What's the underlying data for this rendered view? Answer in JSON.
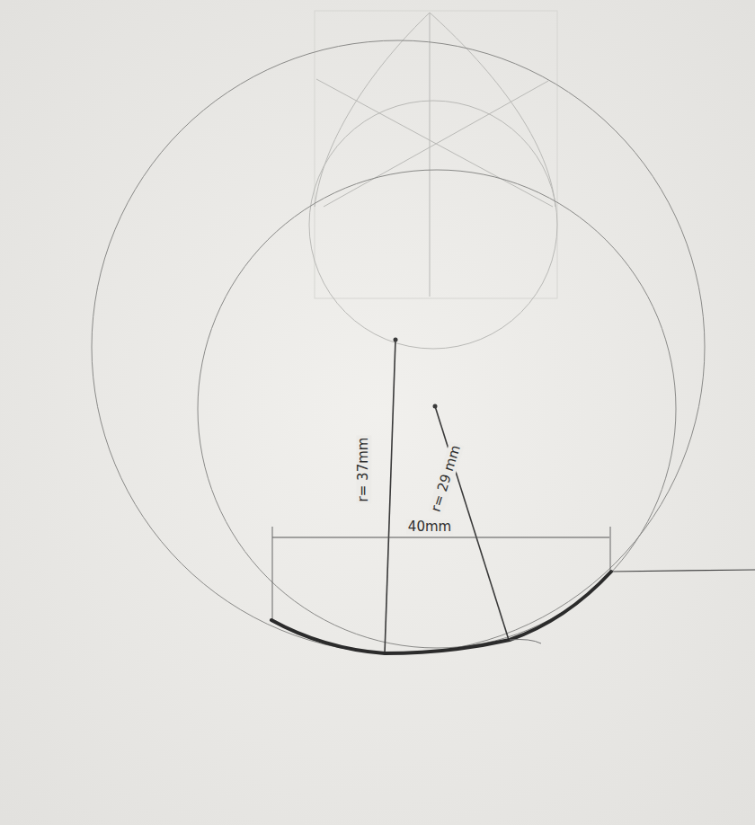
{
  "diagram": {
    "labels": [
      "r= 37mm",
      "r= 29 mm",
      "40mm"
    ]
  }
}
